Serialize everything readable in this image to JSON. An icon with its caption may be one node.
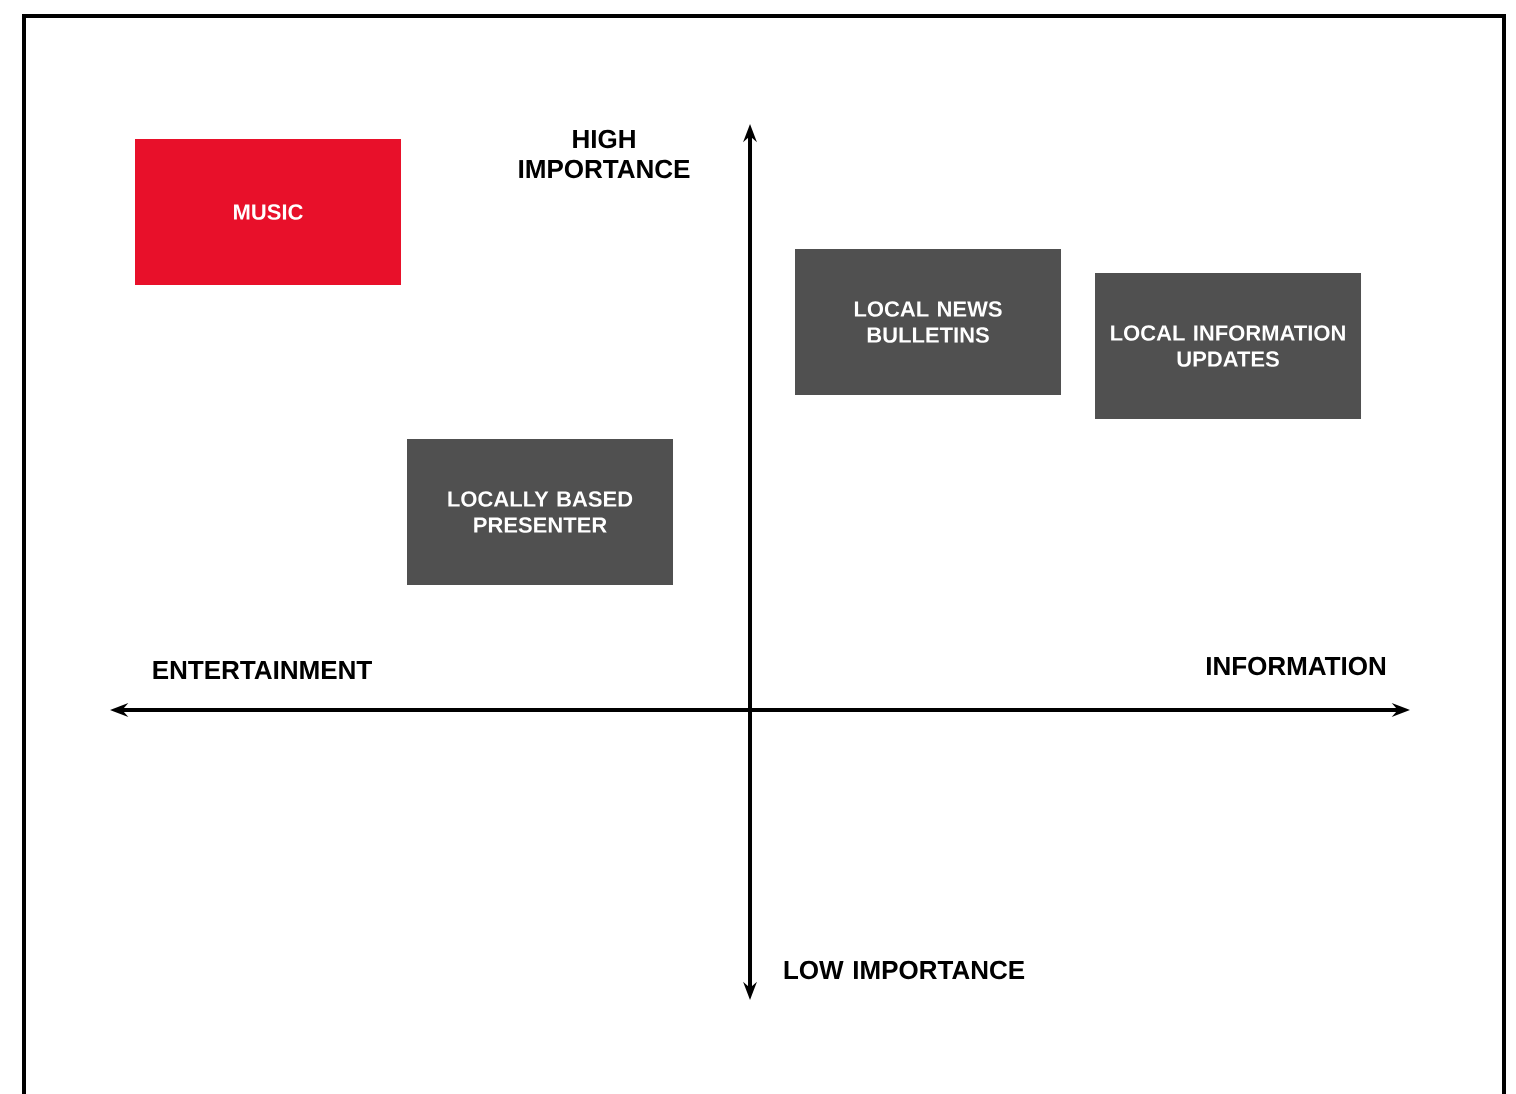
{
  "diagram": {
    "nodes": [
      {
        "text": [
          "MUSIC"
        ]
      },
      {
        "text": [
          "LOCALLY BASED PRESENTER"
        ]
      },
      {
        "text": [
          "LOCAL NEWS BULLETINS"
        ]
      },
      {
        "text": [
          "LOCAL INFORMATION UPDATES"
        ]
      }
    ],
    "edges": [],
    "labels": [
      "HIGH IMPORTANCE",
      "ENTERTAINMENT",
      "INFORMATION",
      "LOW IMPORTANCE"
    ]
  }
}
